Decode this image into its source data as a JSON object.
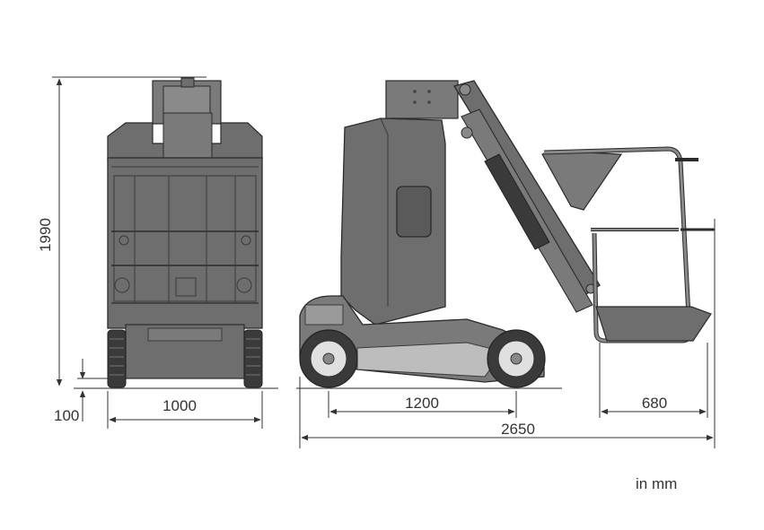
{
  "dimensions": {
    "height": "1990",
    "ground_clearance": "100",
    "width": "1000",
    "wheelbase": "1200",
    "overall_length": "2650",
    "platform_overhang": "680"
  },
  "unit_note": "in mm",
  "colors": {
    "machine_fill": "#6e6e6e",
    "machine_dark": "#4a4a4a",
    "machine_light": "#8a8a8a",
    "line": "#2b2b2b",
    "dimension_line": "#333333"
  }
}
